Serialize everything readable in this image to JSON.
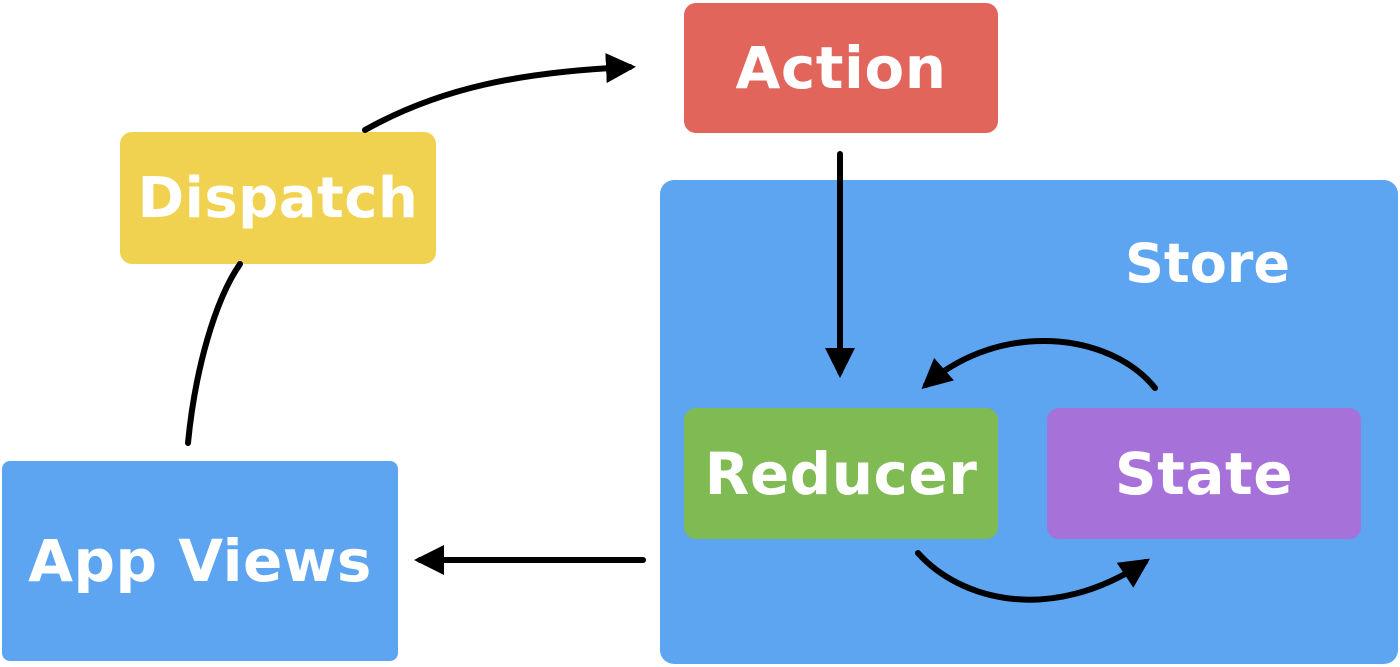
{
  "nodes": {
    "action": {
      "label": "Action",
      "color": "#E2655C"
    },
    "dispatch": {
      "label": "Dispatch",
      "color": "#F1D250"
    },
    "store": {
      "label": "Store",
      "color": "#5DA5F0"
    },
    "reducer": {
      "label": "Reducer",
      "color": "#7FBB52"
    },
    "state": {
      "label": "State",
      "color": "#A771DA"
    },
    "app_views": {
      "label": "App Views",
      "color": "#5DA5F0"
    }
  },
  "arrow_color": "#000000"
}
